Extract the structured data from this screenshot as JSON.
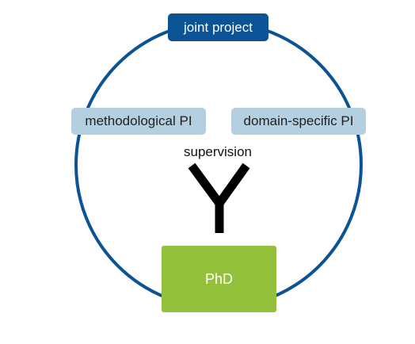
{
  "diagram": {
    "top_box": "joint project",
    "left_pi": "methodological PI",
    "right_pi": "domain-specific PI",
    "center_label": "supervision",
    "bottom_box": "PhD"
  },
  "colors": {
    "circle": "#0b5394",
    "joint_box": "#0b5394",
    "pi_box": "#b3cfe0",
    "phd_box": "#94c13c",
    "y_glyph": "#000000"
  },
  "icons": {
    "y_glyph": "y-junction-glyph"
  }
}
